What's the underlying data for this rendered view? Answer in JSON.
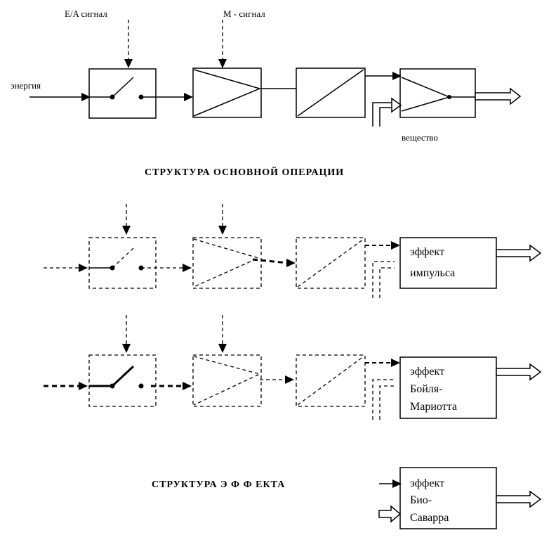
{
  "top_diagram": {
    "label_ea_signal": "E/A сигнал",
    "label_m_signal": "M - сигнал",
    "label_energy": "энергия",
    "label_substance": "вещество"
  },
  "headings": {
    "main_operation": "СТРУКТУРА ОСНОВНОЙ ОПЕРАЦИИ",
    "effect": "СТРУКТУРА Э Ф Ф ЕКТА"
  },
  "effects": {
    "impulse": [
      "эффект",
      "импульса"
    ],
    "boyle_mariotte": [
      "эффект",
      "Бойля-",
      "Мариотта"
    ],
    "biot_savart": [
      "эффект",
      "Био-",
      "Саварра"
    ]
  }
}
